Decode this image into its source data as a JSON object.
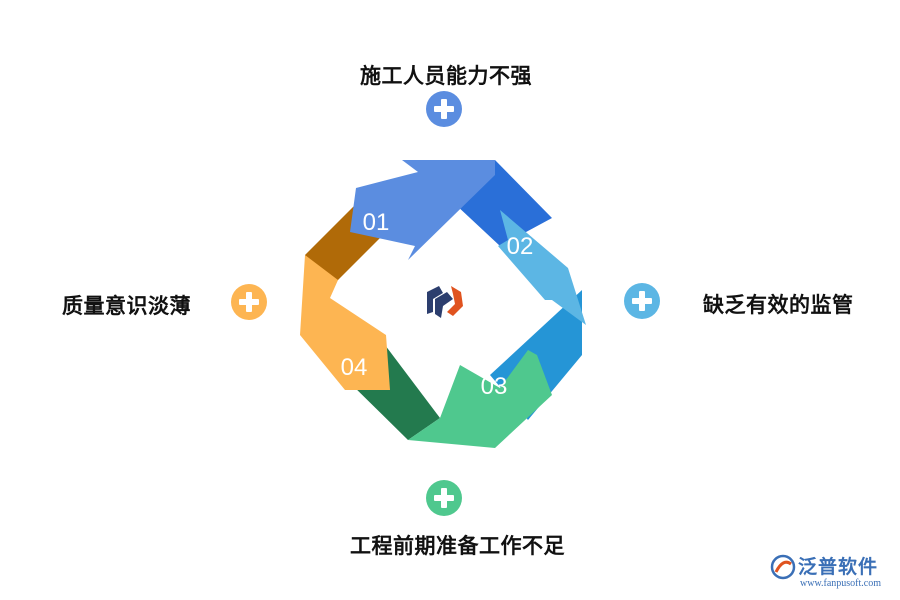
{
  "items": {
    "top": {
      "label": "施工人员能力不强",
      "number_label": "01",
      "color": "#5b8de0"
    },
    "right": {
      "label": "缺乏有效的监管",
      "number_label": "02",
      "color": "#5cb6e4"
    },
    "bottom": {
      "label": "工程前期准备工作不足",
      "number_label": "03",
      "color": "#4fc88e"
    },
    "left": {
      "label": "质量意识淡薄",
      "number_label": "04",
      "color": "#fdb552"
    }
  },
  "center_icon": "hexagon-logo-icon",
  "watermark": {
    "name": "泛普软件",
    "url": "www.fanpusoft.com"
  }
}
